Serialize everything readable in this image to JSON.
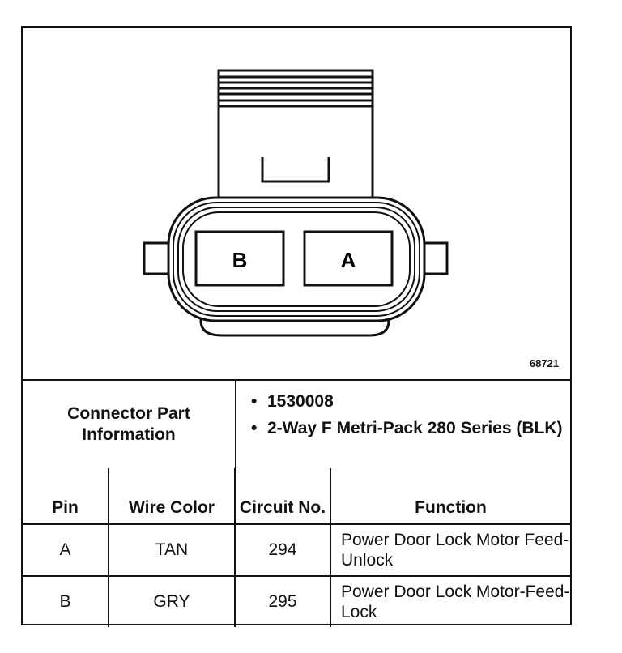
{
  "figure": {
    "number": "68721",
    "cavities": [
      {
        "id": "B"
      },
      {
        "id": "A"
      }
    ]
  },
  "connector_info": {
    "label": "Connector Part Information",
    "items": [
      "1530008",
      "2-Way F Metri-Pack 280 Series (BLK)"
    ]
  },
  "table": {
    "headers": {
      "pin": "Pin",
      "wire_color": "Wire Color",
      "circuit": "Circuit No.",
      "function": "Function"
    },
    "rows": [
      {
        "pin": "A",
        "wire_color": "TAN",
        "circuit": "294",
        "function": "Power Door Lock Motor Feed-Unlock"
      },
      {
        "pin": "B",
        "wire_color": "GRY",
        "circuit": "295",
        "function": "Power Door Lock Motor-Feed-Lock"
      }
    ]
  }
}
